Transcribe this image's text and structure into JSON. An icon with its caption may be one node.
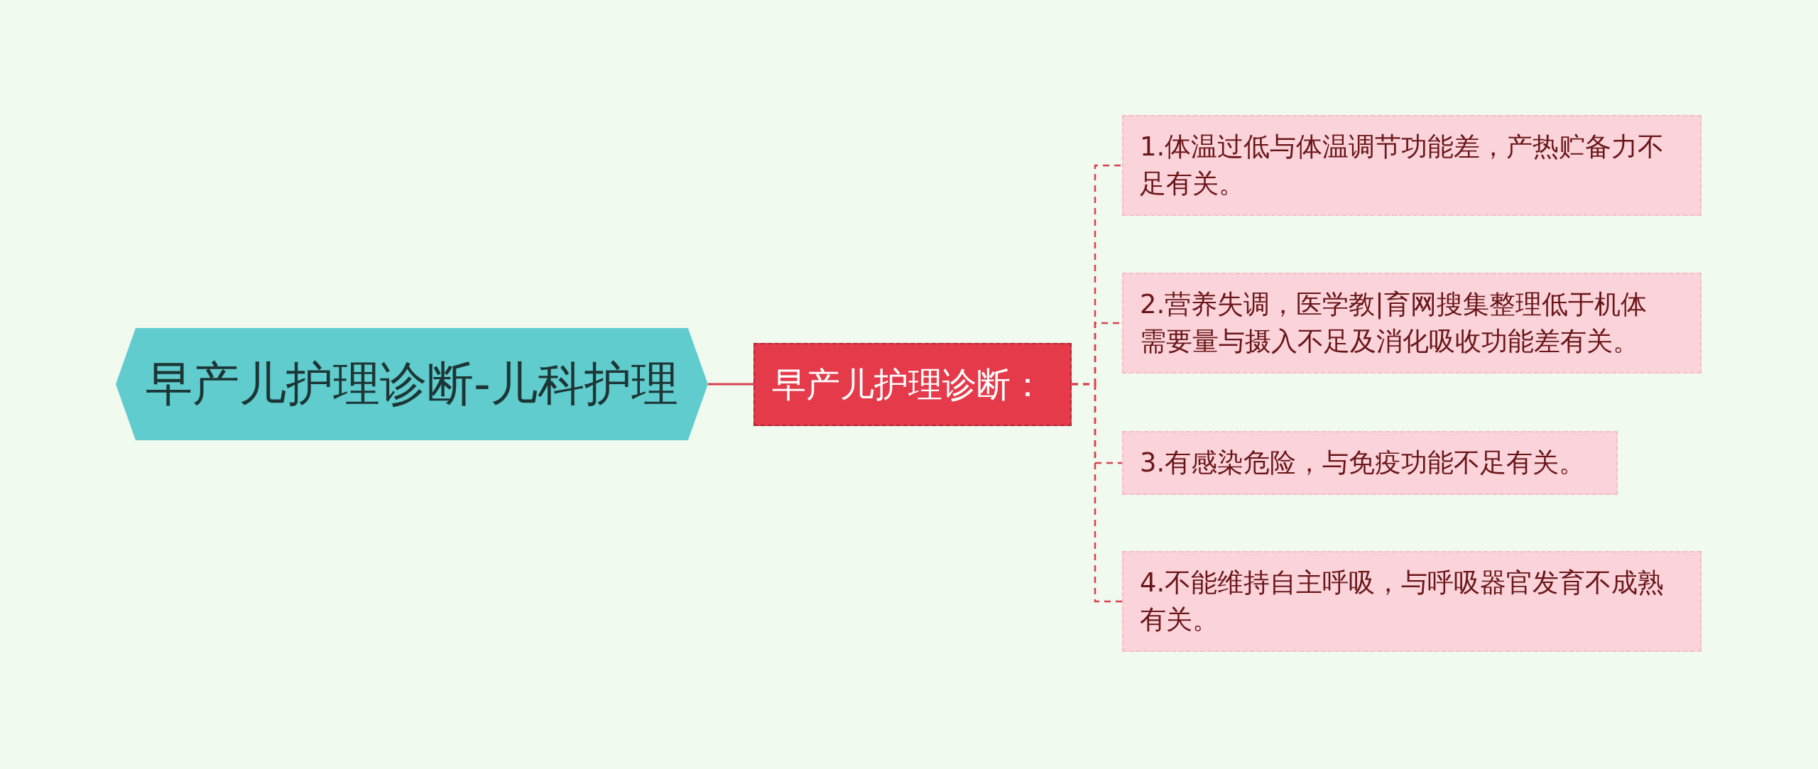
{
  "diagram": {
    "nodes": [
      {
        "text": [
          "早产儿护理诊断-儿科护理"
        ]
      },
      {
        "text": [
          "早产儿护理诊断："
        ]
      },
      {
        "text": [
          "1.体温过低与体温调节功能差，产热贮备力不足有关。"
        ]
      },
      {
        "text": [
          "2.营养失调，医学教|育网搜集整理低于机体需要量与摄入不足及消化吸收功能差有关。"
        ]
      },
      {
        "text": [
          "3.有感染危险，与免疫功能不足有关。"
        ]
      },
      {
        "text": [
          "4.不能维持自主呼吸，与呼吸器官发育不成熟有关。"
        ]
      }
    ],
    "edges": [
      {
        "from": 0,
        "to": 1,
        "arrow": "none"
      },
      {
        "from": 1,
        "to": 2,
        "arrow": "none",
        "style": "dashed"
      },
      {
        "from": 1,
        "to": 3,
        "arrow": "none",
        "style": "dashed"
      },
      {
        "from": 1,
        "to": 4,
        "arrow": "none",
        "style": "dashed"
      },
      {
        "from": 1,
        "to": 5,
        "arrow": "none",
        "style": "dashed"
      }
    ]
  }
}
